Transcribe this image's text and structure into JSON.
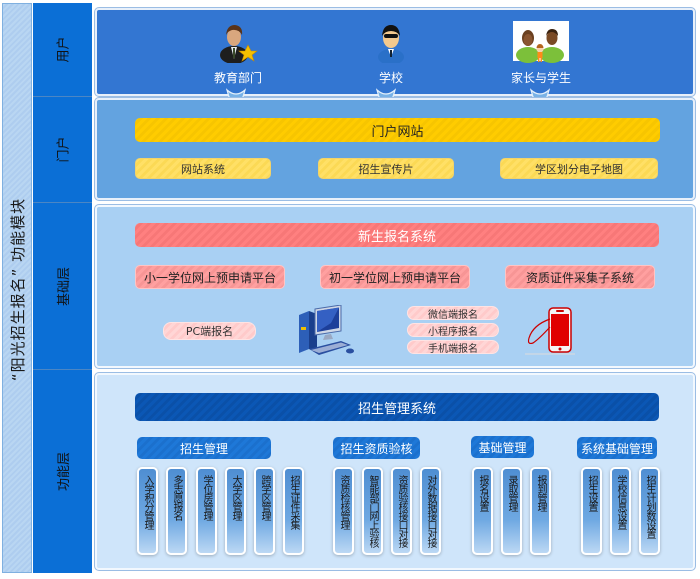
{
  "outer_title": "“阳光招生报名” 功能模块",
  "layers": [
    {
      "label": "用户"
    },
    {
      "label": "门户"
    },
    {
      "label": "基础层"
    },
    {
      "label": "功能层"
    }
  ],
  "users": [
    {
      "label": "教育部门",
      "icon": "official-person-icon"
    },
    {
      "label": "学校",
      "icon": "school-person-icon"
    },
    {
      "label": "家长与学生",
      "icon": "parents-student-icon"
    }
  ],
  "portal": {
    "main": "门户网站",
    "subs": [
      "网站系统",
      "招生宣传片",
      "学区划分电子地图"
    ]
  },
  "base": {
    "main": "新生报名系统",
    "subs": [
      "小一学位网上预申请平台",
      "初一学位网上预申请平台",
      "资质证件采集子系统"
    ],
    "pc": "PC端报名",
    "mobile": [
      "微信端报名",
      "小程序报名",
      "手机端报名"
    ]
  },
  "func": {
    "main": "招生管理系统",
    "groups": [
      {
        "title": "招生管理",
        "items": [
          "入学积分管理",
          "多志愿报名",
          "学位房管理",
          "大学区管理",
          "跨学区管理",
          "招生证件采集"
        ]
      },
      {
        "title": "招生资质验核",
        "items": [
          "资质检核管理",
          "智能部门网上验核",
          "资质验核接口对接",
          "对外数据接口对接"
        ]
      },
      {
        "title": "基础管理",
        "items": [
          "报名设置",
          "录取管理",
          "报到管理"
        ]
      },
      {
        "title": "系统基础管理",
        "items": [
          "招生设置",
          "学校信息设置",
          "招生计划数设置"
        ]
      }
    ]
  },
  "colors": {
    "layer_blue": "#0b6fd6",
    "user_panel": "#3376d2",
    "portal_panel": "#63a3e0",
    "base_panel": "#a9d0f3",
    "func_panel": "#cfe5fa",
    "yellow": "#ffcc00",
    "red": "#ff8080",
    "navy": "#0b57b5"
  }
}
